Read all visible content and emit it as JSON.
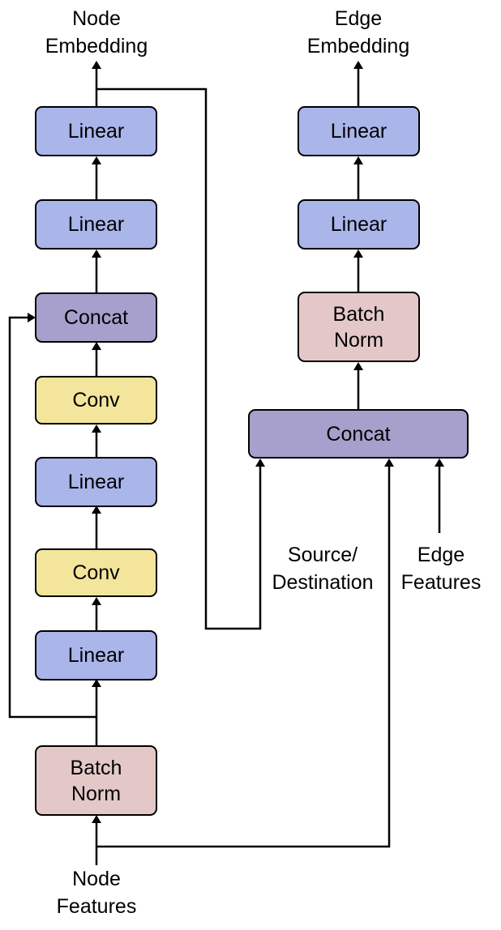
{
  "colors": {
    "linear": "#aab5ea",
    "conv": "#f4e59c",
    "concat": "#a79fcc",
    "batch_norm": "#e4c8c8",
    "line": "#000000"
  },
  "node_branch": {
    "output_label": "Node\nEmbedding",
    "input_label": "Node\nFeatures",
    "blocks": {
      "linear_top": "Linear",
      "linear_second": "Linear",
      "concat": "Concat",
      "conv_upper": "Conv",
      "linear_middle": "Linear",
      "conv_lower": "Conv",
      "linear_bottom": "Linear",
      "batch_norm": "Batch\nNorm"
    }
  },
  "edge_branch": {
    "output_label": "Edge\nEmbedding",
    "blocks": {
      "linear_top": "Linear",
      "linear_second": "Linear",
      "batch_norm": "Batch\nNorm",
      "concat": "Concat"
    },
    "inputs": {
      "source_destination": "Source/\nDestination",
      "edge_features": "Edge\nFeatures"
    }
  }
}
